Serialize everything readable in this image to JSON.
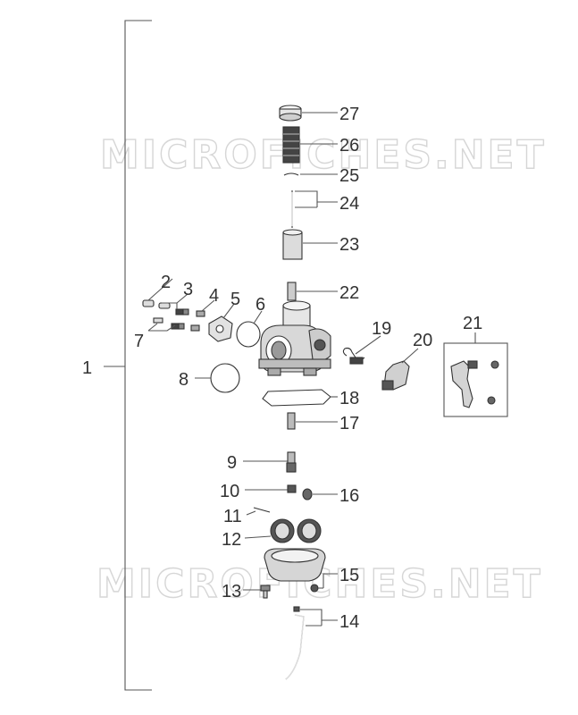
{
  "watermark": "MICROFICHES.NET",
  "callouts": {
    "c1": "1",
    "c2": "2",
    "c3": "3",
    "c4": "4",
    "c5": "5",
    "c6": "6",
    "c7": "7",
    "c8": "8",
    "c9": "9",
    "c10": "10",
    "c11": "11",
    "c12": "12",
    "c13": "13",
    "c14": "14",
    "c15": "15",
    "c16": "16",
    "c17": "17",
    "c18": "18",
    "c19": "19",
    "c20": "20",
    "c21": "21",
    "c22": "22",
    "c23": "23",
    "c24": "24",
    "c25": "25",
    "c26": "26",
    "c27": "27"
  }
}
